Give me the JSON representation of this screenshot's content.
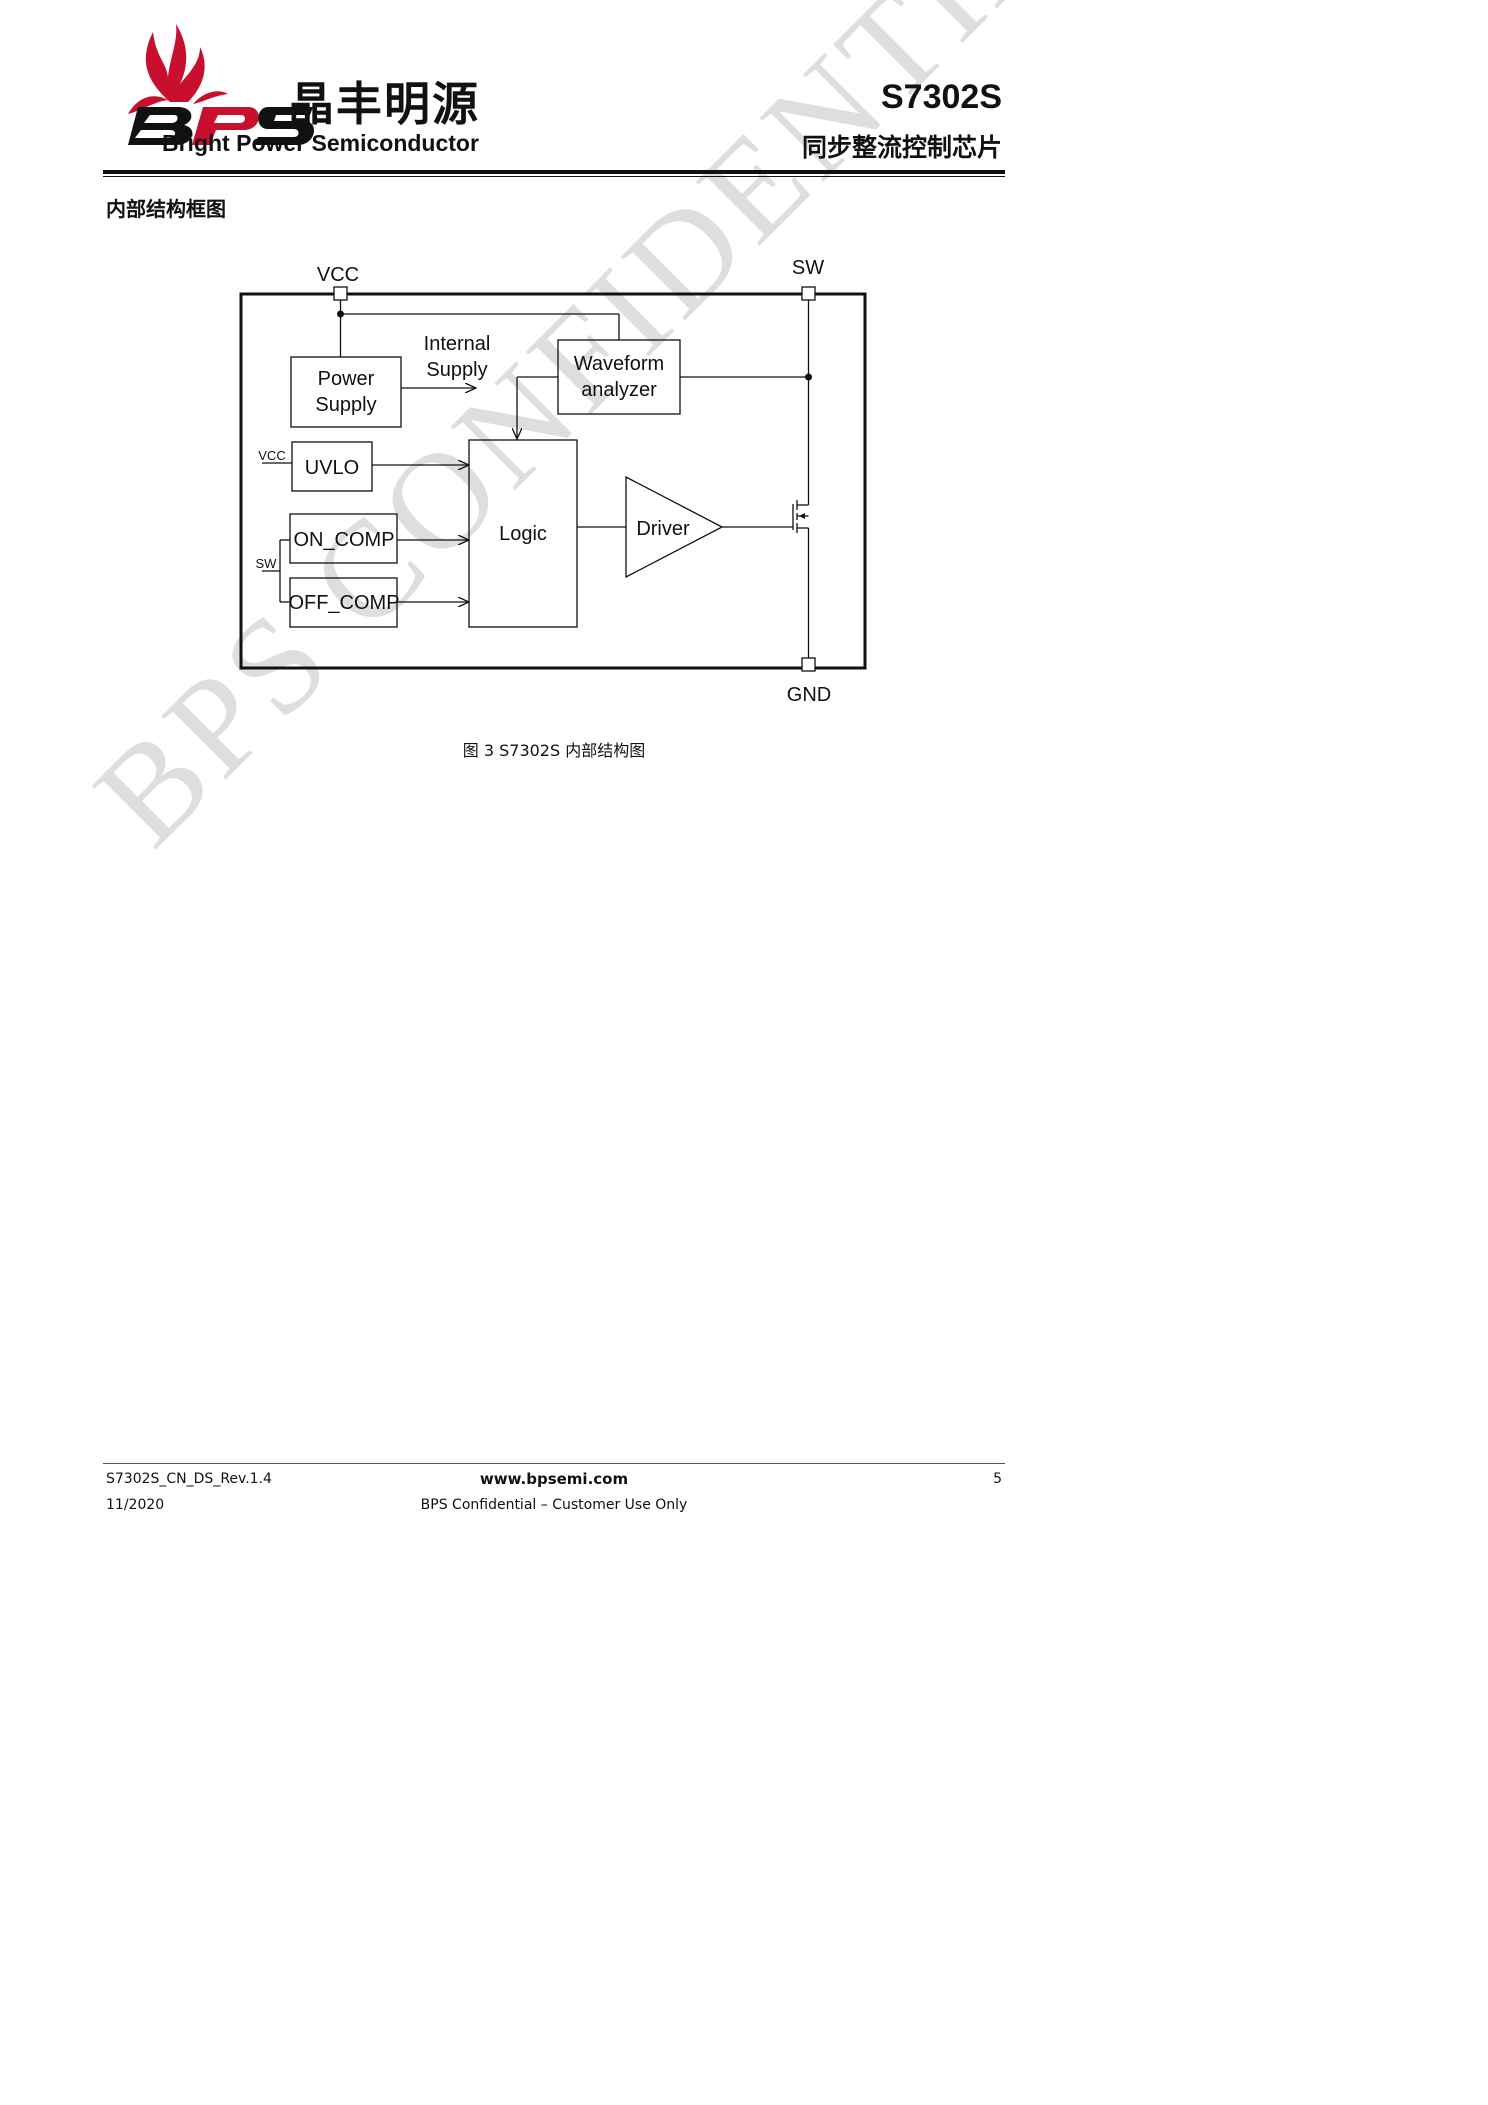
{
  "header": {
    "brand_cn": "晶丰明源",
    "brand_en": "Bright Power Semiconductor",
    "logo_text": "BPS",
    "part_number": "S7302S",
    "subtitle": "同步整流控制芯片"
  },
  "section": {
    "title": "内部结构框图"
  },
  "diagram": {
    "pins": {
      "vcc": "VCC",
      "sw": "SW",
      "gnd": "GND"
    },
    "blocks": {
      "power_supply_l1": "Power",
      "power_supply_l2": "Supply",
      "internal_supply_l1": "Internal",
      "internal_supply_l2": "Supply",
      "waveform_l1": "Waveform",
      "waveform_l2": "analyzer",
      "uvlo": "UVLO",
      "on_comp": "ON_COMP",
      "off_comp": "OFF_COMP",
      "logic": "Logic",
      "driver": "Driver"
    },
    "small_labels": {
      "vcc": "VCC",
      "sw": "SW"
    },
    "caption": "图 3 S7302S 内部结构图"
  },
  "watermark": "BPS CONFIDENTIAL",
  "footer": {
    "doc_id": "S7302S_CN_DS_Rev.1.4",
    "date": "11/2020",
    "website": "www.bpsemi.com",
    "confidential": "BPS Confidential – Customer Use Only",
    "page": "5"
  }
}
